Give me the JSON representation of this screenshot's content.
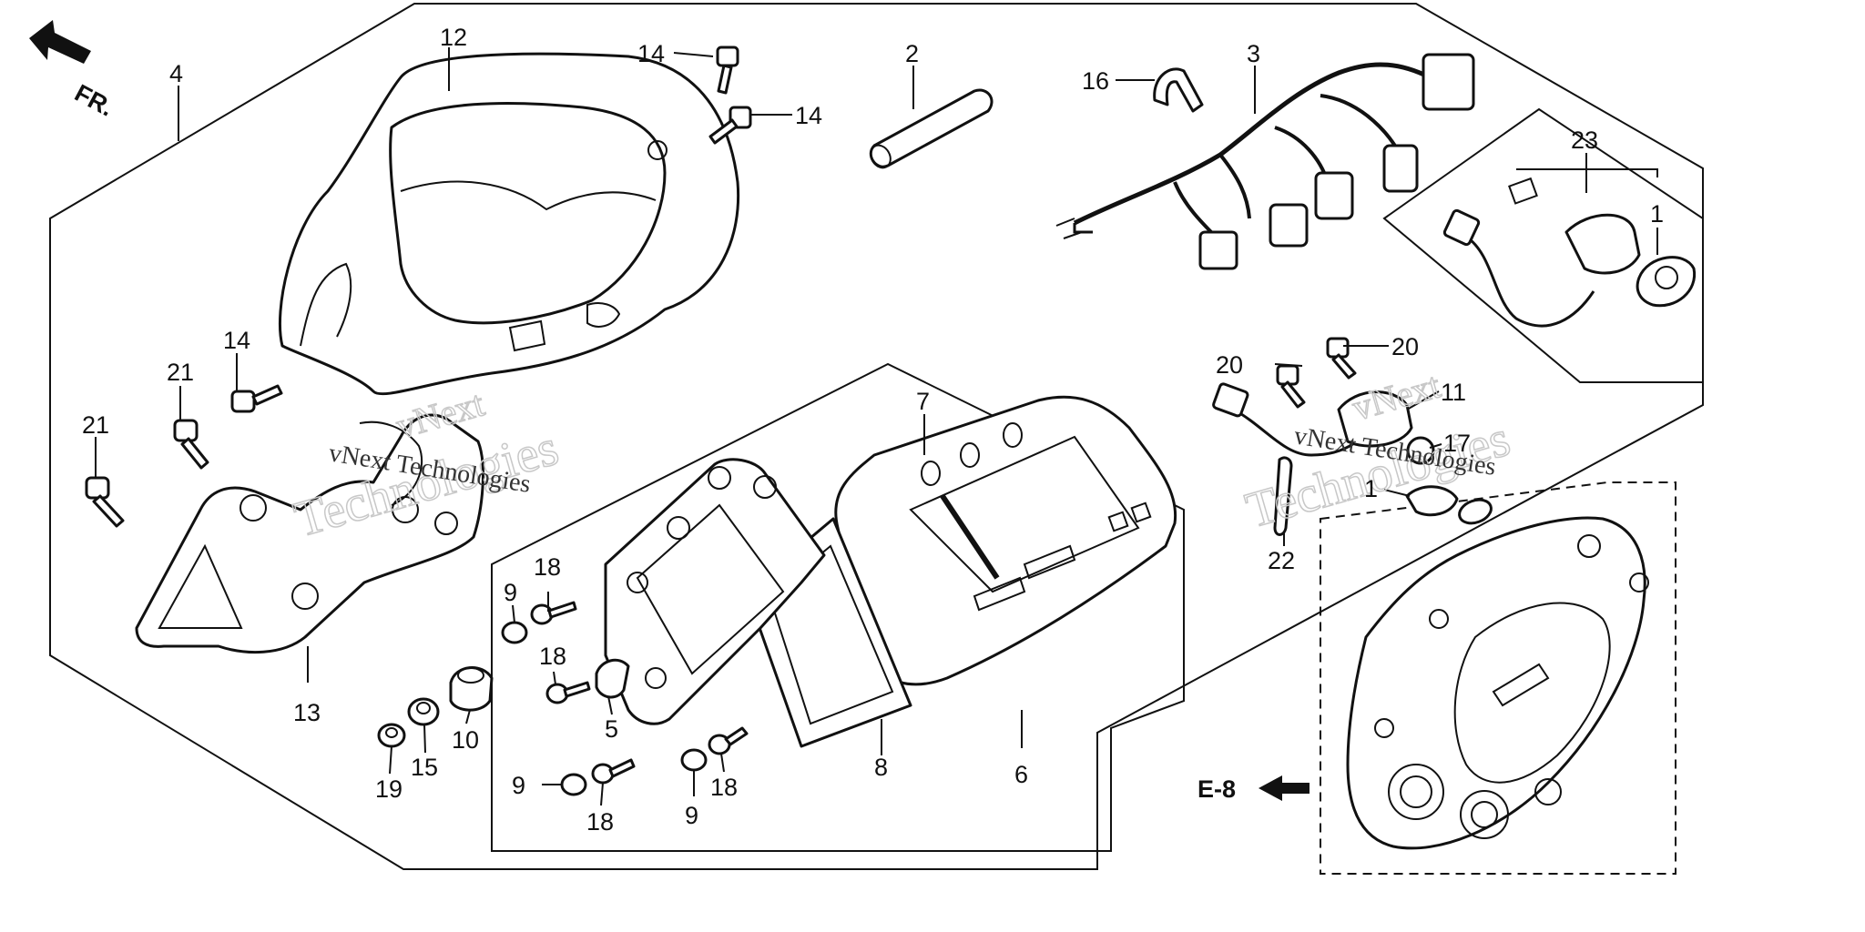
{
  "direction_indicator": "FR.",
  "page_reference": "E-8",
  "watermark": {
    "company": "vNext Technologies",
    "line1": "vNext",
    "line2": "Technologies"
  },
  "part_numbers": {
    "p1": "1",
    "p1b": "1",
    "p2": "2",
    "p3": "3",
    "p4": "4",
    "p5": "5",
    "p6": "6",
    "p7": "7",
    "p8": "8",
    "p9a": "9",
    "p9b": "9",
    "p9c": "9",
    "p10": "10",
    "p11": "11",
    "p12": "12",
    "p13": "13",
    "p14a": "14",
    "p14b": "14",
    "p14c": "14",
    "p15": "15",
    "p16": "16",
    "p17": "17",
    "p18a": "18",
    "p18b": "18",
    "p18c": "18",
    "p18d": "18",
    "p19": "19",
    "p20a": "20",
    "p20b": "20",
    "p21a": "21",
    "p21b": "21",
    "p22": "22",
    "p23": "23"
  }
}
